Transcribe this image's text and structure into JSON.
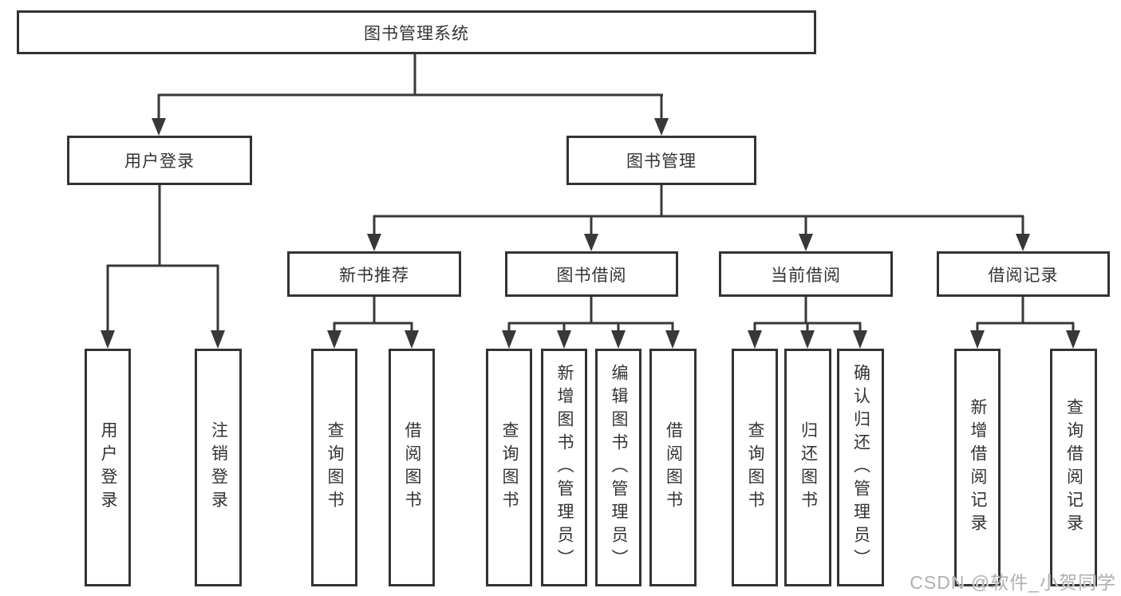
{
  "theme": {
    "bg": "#ffffff",
    "line": "#383838",
    "border": "#333333",
    "text": "#333333",
    "watermark": "#b0b0b0"
  },
  "tree": {
    "root": "图书管理系统",
    "level2": [
      "用户登录",
      "图书管理"
    ],
    "level3": [
      "新书推荐",
      "图书借阅",
      "当前借阅",
      "借阅记录"
    ],
    "leaves": {
      "user_login": [
        "用户登录",
        "注销登录"
      ],
      "new_book_rec": [
        "查询图书",
        "借阅图书"
      ],
      "book_borrow": [
        "查询图书",
        "新增图书（管理员）",
        "编辑图书（管理员）",
        "借阅图书"
      ],
      "current_borrow": [
        "查询图书",
        "归还图书",
        "确认归还（管理员）"
      ],
      "borrow_record": [
        "新增借阅记录",
        "查询借阅记录"
      ]
    }
  },
  "watermark": "CSDN @软件_小贺同学"
}
